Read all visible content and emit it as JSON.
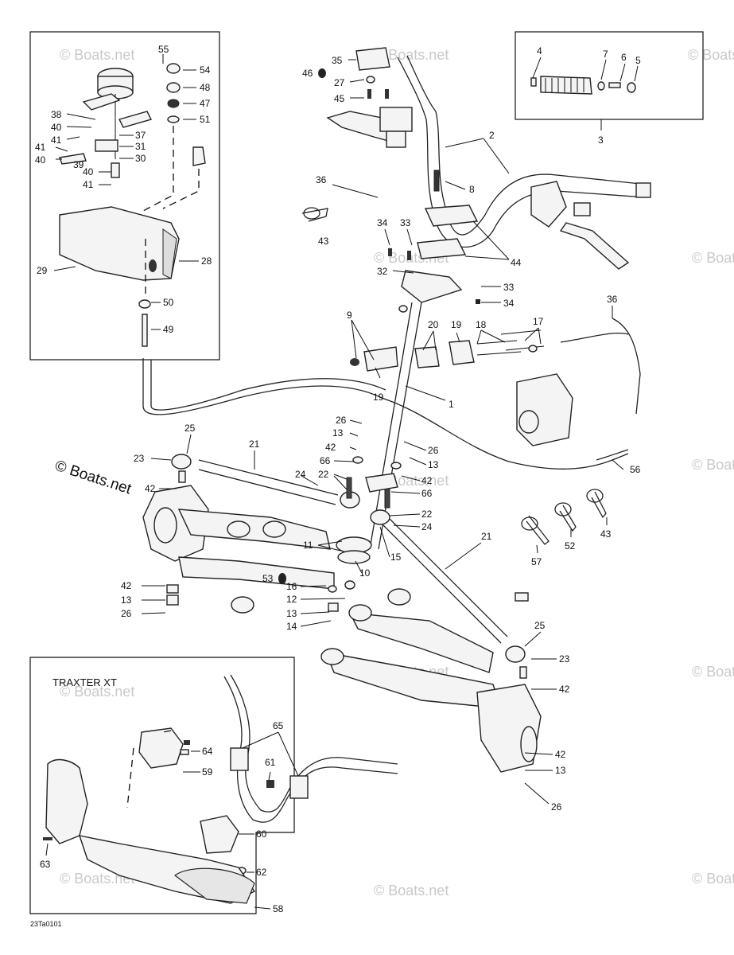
{
  "inset_title": "TRAXTER XT",
  "watermark": "© Boats.net",
  "reference_code": "23Ta0101",
  "callouts": [
    {
      "id": "c55",
      "text": "55"
    },
    {
      "id": "c54",
      "text": "54"
    },
    {
      "id": "c48",
      "text": "48"
    },
    {
      "id": "c47",
      "text": "47"
    },
    {
      "id": "c51",
      "text": "51"
    },
    {
      "id": "c38",
      "text": "38"
    },
    {
      "id": "c40a",
      "text": "40"
    },
    {
      "id": "c41a",
      "text": "41"
    },
    {
      "id": "c37",
      "text": "37"
    },
    {
      "id": "c31",
      "text": "31"
    },
    {
      "id": "c41b",
      "text": "41"
    },
    {
      "id": "c40b",
      "text": "40"
    },
    {
      "id": "c39",
      "text": "39"
    },
    {
      "id": "c30",
      "text": "30"
    },
    {
      "id": "c40c",
      "text": "40"
    },
    {
      "id": "c41c",
      "text": "41"
    },
    {
      "id": "c28",
      "text": "28"
    },
    {
      "id": "c29",
      "text": "29"
    },
    {
      "id": "c50",
      "text": "50"
    },
    {
      "id": "c49",
      "text": "49"
    },
    {
      "id": "c35",
      "text": "35"
    },
    {
      "id": "c46",
      "text": "46"
    },
    {
      "id": "c27",
      "text": "27"
    },
    {
      "id": "c45",
      "text": "45"
    },
    {
      "id": "c36a",
      "text": "36"
    },
    {
      "id": "c43a",
      "text": "43"
    },
    {
      "id": "c8",
      "text": "8"
    },
    {
      "id": "c2",
      "text": "2"
    },
    {
      "id": "c4",
      "text": "4"
    },
    {
      "id": "c7",
      "text": "7"
    },
    {
      "id": "c6",
      "text": "6"
    },
    {
      "id": "c5",
      "text": "5"
    },
    {
      "id": "c3",
      "text": "3"
    },
    {
      "id": "c34a",
      "text": "34"
    },
    {
      "id": "c33a",
      "text": "33"
    },
    {
      "id": "c44",
      "text": "44"
    },
    {
      "id": "c32",
      "text": "32"
    },
    {
      "id": "c33b",
      "text": "33"
    },
    {
      "id": "c34b",
      "text": "34"
    },
    {
      "id": "c36b",
      "text": "36"
    },
    {
      "id": "c9",
      "text": "9"
    },
    {
      "id": "c20",
      "text": "20"
    },
    {
      "id": "c19a",
      "text": "19"
    },
    {
      "id": "c18",
      "text": "18"
    },
    {
      "id": "c17",
      "text": "17"
    },
    {
      "id": "c19b",
      "text": "19"
    },
    {
      "id": "c1",
      "text": "1"
    },
    {
      "id": "c26a",
      "text": "26"
    },
    {
      "id": "c13a",
      "text": "13"
    },
    {
      "id": "c42a",
      "text": "42"
    },
    {
      "id": "c66a",
      "text": "66"
    },
    {
      "id": "c26b",
      "text": "26"
    },
    {
      "id": "c13b",
      "text": "13"
    },
    {
      "id": "c42b",
      "text": "42"
    },
    {
      "id": "c66b",
      "text": "66"
    },
    {
      "id": "c22a",
      "text": "22"
    },
    {
      "id": "c24a",
      "text": "24"
    },
    {
      "id": "c22b",
      "text": "22"
    },
    {
      "id": "c24b",
      "text": "24"
    },
    {
      "id": "c25a",
      "text": "25"
    },
    {
      "id": "c23a",
      "text": "23"
    },
    {
      "id": "c21a",
      "text": "21"
    },
    {
      "id": "c42c",
      "text": "42"
    },
    {
      "id": "c56",
      "text": "56"
    },
    {
      "id": "c57",
      "text": "57"
    },
    {
      "id": "c52",
      "text": "52"
    },
    {
      "id": "c43b",
      "text": "43"
    },
    {
      "id": "c11",
      "text": "11"
    },
    {
      "id": "c15",
      "text": "15"
    },
    {
      "id": "c10",
      "text": "10"
    },
    {
      "id": "c21b",
      "text": "21"
    },
    {
      "id": "c53",
      "text": "53"
    },
    {
      "id": "c16",
      "text": "16"
    },
    {
      "id": "c12",
      "text": "12"
    },
    {
      "id": "c13c",
      "text": "13"
    },
    {
      "id": "c14",
      "text": "14"
    },
    {
      "id": "c42d",
      "text": "42"
    },
    {
      "id": "c13d",
      "text": "13"
    },
    {
      "id": "c26c",
      "text": "26"
    },
    {
      "id": "c25b",
      "text": "25"
    },
    {
      "id": "c23b",
      "text": "23"
    },
    {
      "id": "c42e",
      "text": "42"
    },
    {
      "id": "c42f",
      "text": "42"
    },
    {
      "id": "c13e",
      "text": "13"
    },
    {
      "id": "c26d",
      "text": "26"
    },
    {
      "id": "c65",
      "text": "65"
    },
    {
      "id": "c61",
      "text": "61"
    },
    {
      "id": "c64",
      "text": "64"
    },
    {
      "id": "c59",
      "text": "59"
    },
    {
      "id": "c60",
      "text": "60"
    },
    {
      "id": "c62",
      "text": "62"
    },
    {
      "id": "c63",
      "text": "63"
    },
    {
      "id": "c58",
      "text": "58"
    }
  ]
}
